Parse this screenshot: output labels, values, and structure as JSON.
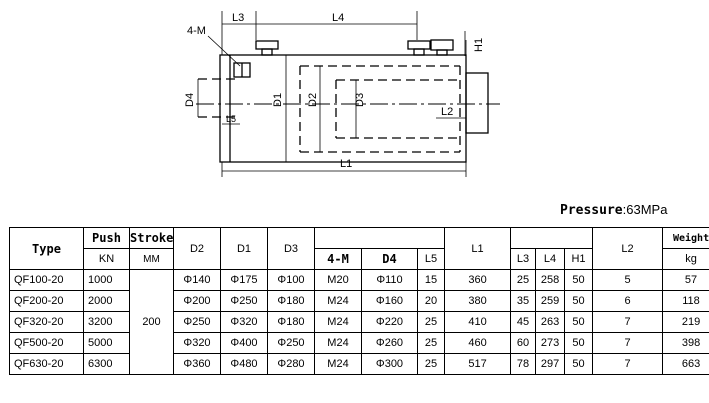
{
  "drawing": {
    "labels": {
      "m": "4-M",
      "l3": "L3",
      "l4": "L4",
      "h1": "H1",
      "d4": "D4",
      "l5": "L5",
      "d1": "D1",
      "d2": "D2",
      "d3": "D3",
      "l2": "L2",
      "l1": "L1"
    }
  },
  "pressure": {
    "label": "Pressure",
    "value": ":63MPa"
  },
  "table": {
    "headers": {
      "type": "Type",
      "push": "Push",
      "push_unit": "KN",
      "stroke": "Stroke",
      "stroke_unit": "MM",
      "d2": "D2",
      "d1": "D1",
      "d3": "D3",
      "m": "4-M",
      "d4": "D4",
      "l5": "L5",
      "l1": "L1",
      "l3": "L3",
      "l4": "L4",
      "h1": "H1",
      "l2": "L2",
      "weight": "Weight",
      "weight_unit": "kg"
    },
    "stroke_value": "200",
    "rows": [
      {
        "type": "QF100-20",
        "push": "1000",
        "d2": "Φ140",
        "d1": "Φ175",
        "d3": "Φ100",
        "m": "M20",
        "d4": "Φ110",
        "l5": "15",
        "l1": "360",
        "l3": "25",
        "l4": "258",
        "h1": "50",
        "l2": "5",
        "weight": "57"
      },
      {
        "type": "QF200-20",
        "push": "2000",
        "d2": "Φ200",
        "d1": "Φ250",
        "d3": "Φ180",
        "m": "M24",
        "d4": "Φ160",
        "l5": "20",
        "l1": "380",
        "l3": "35",
        "l4": "259",
        "h1": "50",
        "l2": "6",
        "weight": "118"
      },
      {
        "type": "QF320-20",
        "push": "3200",
        "d2": "Φ250",
        "d1": "Φ320",
        "d3": "Φ180",
        "m": "M24",
        "d4": "Φ220",
        "l5": "25",
        "l1": "410",
        "l3": "45",
        "l4": "263",
        "h1": "50",
        "l2": "7",
        "weight": "219"
      },
      {
        "type": "QF500-20",
        "push": "5000",
        "d2": "Φ320",
        "d1": "Φ400",
        "d3": "Φ250",
        "m": "M24",
        "d4": "Φ260",
        "l5": "25",
        "l1": "460",
        "l3": "60",
        "l4": "273",
        "h1": "50",
        "l2": "7",
        "weight": "398"
      },
      {
        "type": "QF630-20",
        "push": "6300",
        "d2": "Φ360",
        "d1": "Φ480",
        "d3": "Φ280",
        "m": "M24",
        "d4": "Φ300",
        "l5": "25",
        "l1": "517",
        "l3": "78",
        "l4": "297",
        "l2": "7",
        "h1": "50",
        "weight": "663"
      }
    ]
  }
}
